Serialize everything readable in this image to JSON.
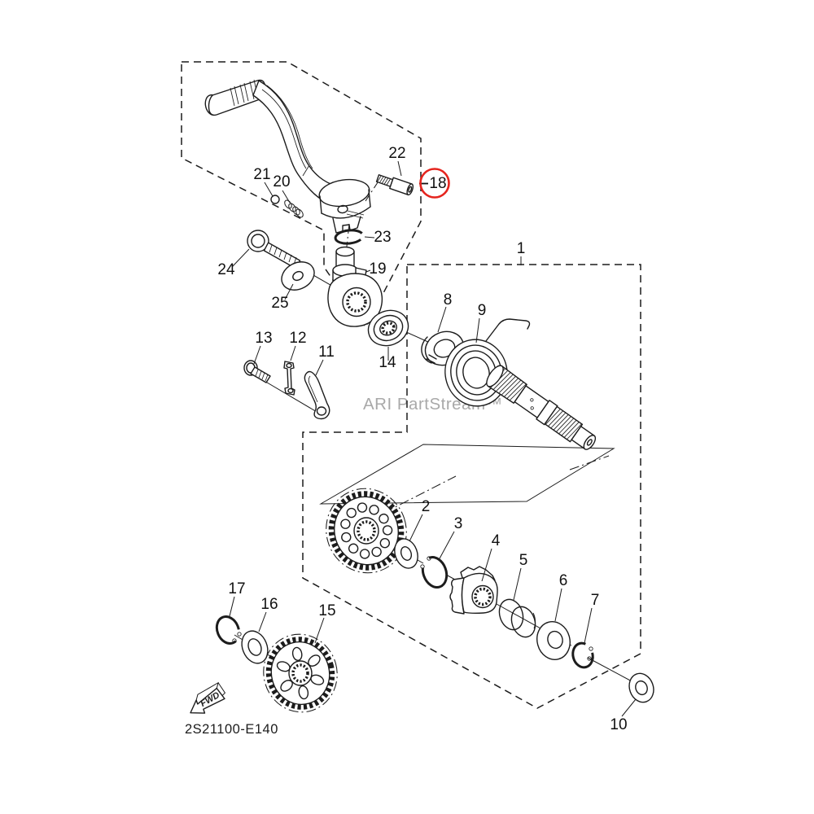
{
  "diagram": {
    "watermark": {
      "text": "ARI PartStream™",
      "color": "#a9a9a9"
    },
    "footer": {
      "part_code": "2S21100-E140",
      "fwd_label": "FWD"
    },
    "colors": {
      "background": "#ffffff",
      "line": "#1c1c1c",
      "highlight": "#e5241d"
    },
    "highlighted_callout": "18",
    "callouts": [
      {
        "num": "1"
      },
      {
        "num": "2"
      },
      {
        "num": "3"
      },
      {
        "num": "4"
      },
      {
        "num": "5"
      },
      {
        "num": "6"
      },
      {
        "num": "7"
      },
      {
        "num": "8"
      },
      {
        "num": "9"
      },
      {
        "num": "10"
      },
      {
        "num": "11"
      },
      {
        "num": "12"
      },
      {
        "num": "13"
      },
      {
        "num": "14"
      },
      {
        "num": "15"
      },
      {
        "num": "16"
      },
      {
        "num": "17"
      },
      {
        "num": "18"
      },
      {
        "num": "19"
      },
      {
        "num": "20"
      },
      {
        "num": "21"
      },
      {
        "num": "22"
      },
      {
        "num": "23"
      },
      {
        "num": "24"
      },
      {
        "num": "25"
      }
    ]
  }
}
